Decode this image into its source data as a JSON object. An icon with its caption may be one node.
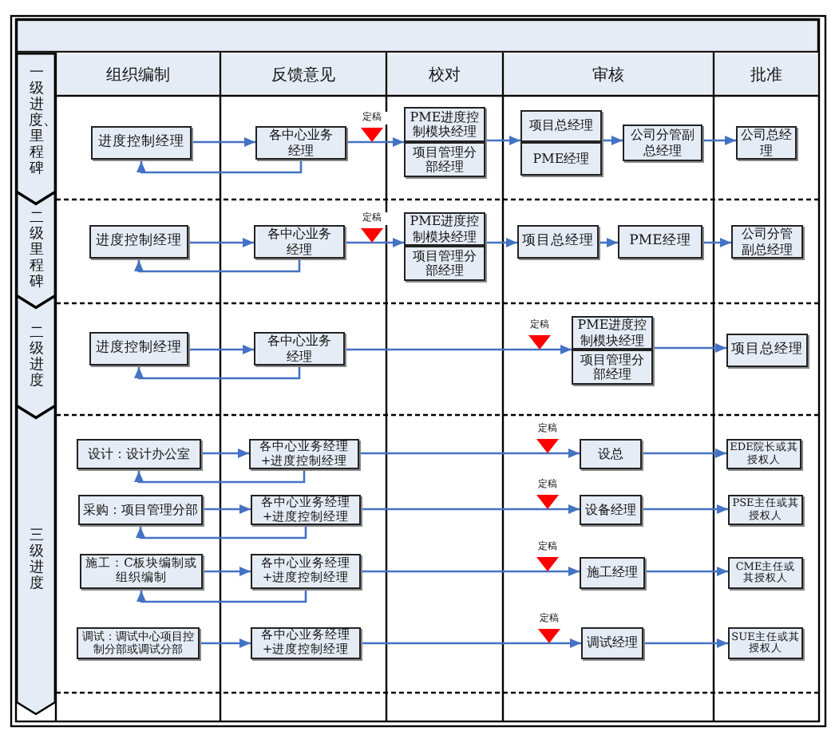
{
  "diagram": {
    "nodes": [
      {
        "text": [
          "一级进度、里程碑"
        ]
      },
      {
        "text": [
          "进度控制经理"
        ]
      },
      {
        "text": [
          "各中心业务经理"
        ]
      },
      {
        "text": [
          "PME进度控制模块经理"
        ]
      },
      {
        "text": [
          "项目管理分部经理"
        ]
      },
      {
        "text": [
          "项目总经理"
        ]
      },
      {
        "text": [
          "PME经理"
        ]
      },
      {
        "text": [
          "公司分管副总经理"
        ]
      },
      {
        "text": [
          "公司总经理"
        ]
      },
      {
        "text": [
          "二级里程碑"
        ]
      },
      {
        "text": [
          "进度控制经理"
        ]
      },
      {
        "text": [
          "各中心业务经理"
        ]
      },
      {
        "text": [
          "PME进度控制模块经理"
        ]
      },
      {
        "text": [
          "项目管理分部经理"
        ]
      },
      {
        "text": [
          "项目总经理"
        ]
      },
      {
        "text": [
          "PME经理"
        ]
      },
      {
        "text": [
          "公司分管副总经理"
        ]
      },
      {
        "text": [
          "二级进度"
        ]
      },
      {
        "text": [
          "进度控制经理"
        ]
      },
      {
        "text": [
          "各中心业务经理"
        ]
      },
      {
        "text": [
          "PME进度控制模块经理"
        ]
      },
      {
        "text": [
          "项目管理分部经理"
        ]
      },
      {
        "text": [
          "项目总经理"
        ]
      },
      {
        "text": [
          "三级进度"
        ]
      },
      {
        "text": [
          "设计：设计办公室"
        ]
      },
      {
        "text": [
          "各中心业务经理+进度控制经理"
        ]
      },
      {
        "text": [
          "设总"
        ]
      },
      {
        "text": [
          "EDE院长或其授权人"
        ]
      },
      {
        "text": [
          "采购：项目管理分部"
        ]
      },
      {
        "text": [
          "各中心业务经理+进度控制经理"
        ]
      },
      {
        "text": [
          "设备经理"
        ]
      },
      {
        "text": [
          "PSE主任或其授权人"
        ]
      },
      {
        "text": [
          "施工：C板块编制或组织编制"
        ]
      },
      {
        "text": [
          "各中心业务经理+进度控制经理"
        ]
      },
      {
        "text": [
          "施工经理"
        ]
      },
      {
        "text": [
          "CME主任或其授权人"
        ]
      },
      {
        "text": [
          "调试：调试中心项目控制分部或调试分部"
        ]
      },
      {
        "text": [
          "各中心业务经理+进度控制经理"
        ]
      },
      {
        "text": [
          "调试经理"
        ]
      },
      {
        "text": [
          "SUE主任或其授权人"
        ]
      }
    ],
    "edges": [
      {
        "from": 1,
        "to": 2,
        "arrow": "to"
      },
      {
        "from": 2,
        "to": 1,
        "arrow": "to"
      },
      {
        "from": 2,
        "to": 3,
        "arrow": "to",
        "label": "定稿"
      },
      {
        "from": 3,
        "to": 5,
        "arrow": "to"
      },
      {
        "from": 5,
        "to": 7,
        "arrow": "to"
      },
      {
        "from": 7,
        "to": 8,
        "arrow": "to"
      },
      {
        "from": 10,
        "to": 11,
        "arrow": "to"
      },
      {
        "from": 11,
        "to": 10,
        "arrow": "to"
      },
      {
        "from": 11,
        "to": 12,
        "arrow": "to",
        "label": "定稿"
      },
      {
        "from": 12,
        "to": 14,
        "arrow": "to"
      },
      {
        "from": 14,
        "to": 15,
        "arrow": "to"
      },
      {
        "from": 15,
        "to": 16,
        "arrow": "to"
      },
      {
        "from": 18,
        "to": 19,
        "arrow": "to"
      },
      {
        "from": 19,
        "to": 18,
        "arrow": "to"
      },
      {
        "from": 19,
        "to": 20,
        "arrow": "to",
        "label": "定稿"
      },
      {
        "from": 20,
        "to": 22,
        "arrow": "to"
      },
      {
        "from": 24,
        "to": 25,
        "arrow": "to"
      },
      {
        "from": 25,
        "to": 24,
        "arrow": "to"
      },
      {
        "from": 25,
        "to": 26,
        "arrow": "to",
        "label": "定稿"
      },
      {
        "from": 26,
        "to": 27,
        "arrow": "to"
      },
      {
        "from": 28,
        "to": 29,
        "arrow": "to"
      },
      {
        "from": 29,
        "to": 28,
        "arrow": "to"
      },
      {
        "from": 29,
        "to": 30,
        "arrow": "to",
        "label": "定稿"
      },
      {
        "from": 30,
        "to": 31,
        "arrow": "to"
      },
      {
        "from": 32,
        "to": 33,
        "arrow": "to"
      },
      {
        "from": 33,
        "to": 32,
        "arrow": "to"
      },
      {
        "from": 33,
        "to": 34,
        "arrow": "to",
        "label": "定稿"
      },
      {
        "from": 34,
        "to": 35,
        "arrow": "to"
      },
      {
        "from": 36,
        "to": 37,
        "arrow": "to"
      },
      {
        "from": 37,
        "to": 38,
        "arrow": "to",
        "label": "定稿"
      },
      {
        "from": 38,
        "to": 39,
        "arrow": "to"
      }
    ],
    "labels": [
      "组织编制",
      "反馈意见",
      "校对",
      "审核",
      "批准"
    ]
  }
}
